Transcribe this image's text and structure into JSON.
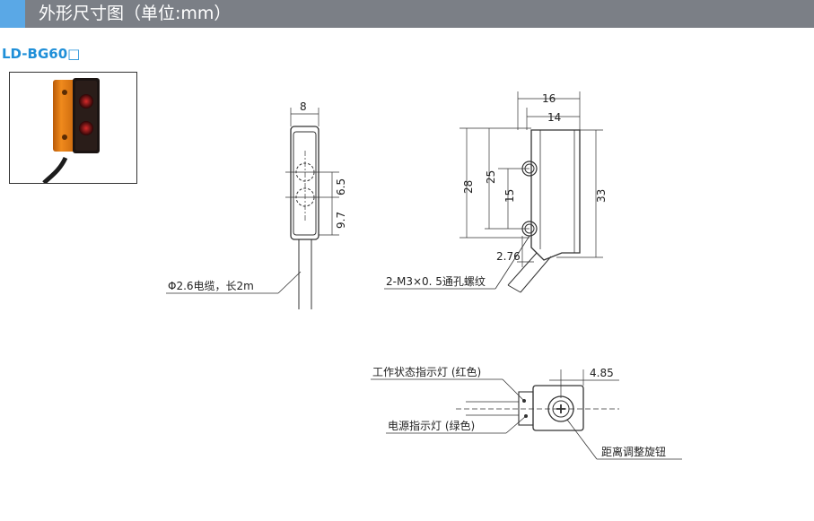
{
  "header": {
    "title": "外形尺寸图（单位:mm）"
  },
  "model": {
    "name": "LD-BG60□"
  },
  "front_view": {
    "dim_width": "8",
    "dim_upper_spacing": "6.5",
    "dim_lower_spacing": "9.7",
    "cable_label": "Φ2.6电缆，长2m"
  },
  "side_view": {
    "dim_total_width": "16",
    "dim_body_width": "14",
    "dim_left_height": "28",
    "dim_hole_to_top": "25",
    "dim_hole_spacing": "15",
    "dim_right_height": "33",
    "dim_hole_offset": "2.76",
    "thread_label": "2-M3×0. 5通孔螺纹"
  },
  "top_view": {
    "dim_knob_offset": "4.85",
    "indicator_work_label": "工作状态指示灯 (红色)",
    "indicator_power_label": "电源指示灯 (绿色)",
    "knob_label": "距离调整旋钮"
  },
  "colors": {
    "header_bg": "#7b7f86",
    "header_accent": "#5aa8e6",
    "model_text": "#1f8fd8",
    "sensor_orange": "#e87a12",
    "line": "#333333"
  }
}
